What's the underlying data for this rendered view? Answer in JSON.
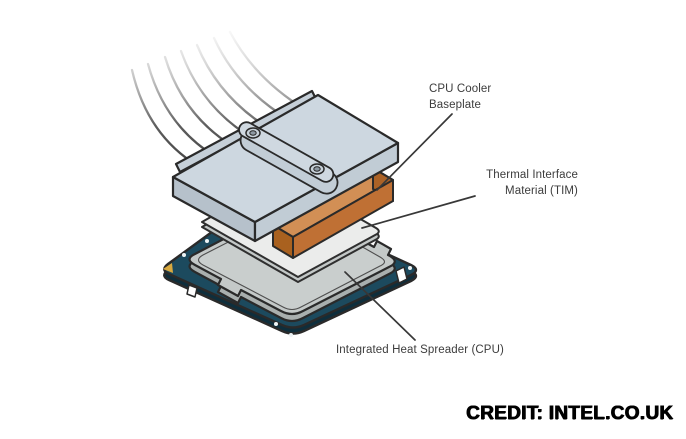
{
  "diagram": {
    "type": "exploded-view-illustration",
    "subject": "CPU cooler and processor thermal interface stack",
    "labels": {
      "baseplate": {
        "line1": "CPU Cooler",
        "line2": "Baseplate"
      },
      "tim": {
        "line1": "Thermal Interface",
        "line2": "Material (TIM)"
      },
      "ihs": {
        "text": "Integrated Heat Spreader (CPU)"
      }
    },
    "credit": "CREDIT: INTEL.CO.UK",
    "heat_pipes": {
      "count": 7
    },
    "components": [
      "heat-pipes",
      "cpu-cooler-baseplate",
      "mounting-bracket",
      "copper-contact-block",
      "thermal-interface-material-sheet",
      "integrated-heat-spreader",
      "cpu-package-pcb"
    ],
    "colors": {
      "background": "#ffffff",
      "outline": "#2a2a2a",
      "plate_top": "#cdd7e0",
      "plate_front": "#c1ccd5",
      "plate_side": "#b6c1cb",
      "strip": "#c5cfd8",
      "riser": "#c2cdd6",
      "bracket": "#cfd8e0",
      "hole_ring": "#c8d2da",
      "hole_core": "#8e99a3",
      "copper_top": "#d28f55",
      "copper_front": "#bf7034",
      "copper_end": "#ab6226",
      "copper_left": "#a9611f",
      "tim_top": "#ebeceb",
      "tim_side": "#c3c8c7",
      "ihs_top": "#c4c9c8",
      "ihs_inner": "#c9cecd",
      "ihs_side": "#a9afae",
      "pcb_top": "#1c4a5e",
      "pcb_side": "#0e2e3c",
      "pcb_dot": "#edf3f5",
      "pin1_marker": "#d9a93f",
      "leader": "#383838",
      "label_text": "#3c3c3c",
      "credit_text": "#000000"
    }
  }
}
